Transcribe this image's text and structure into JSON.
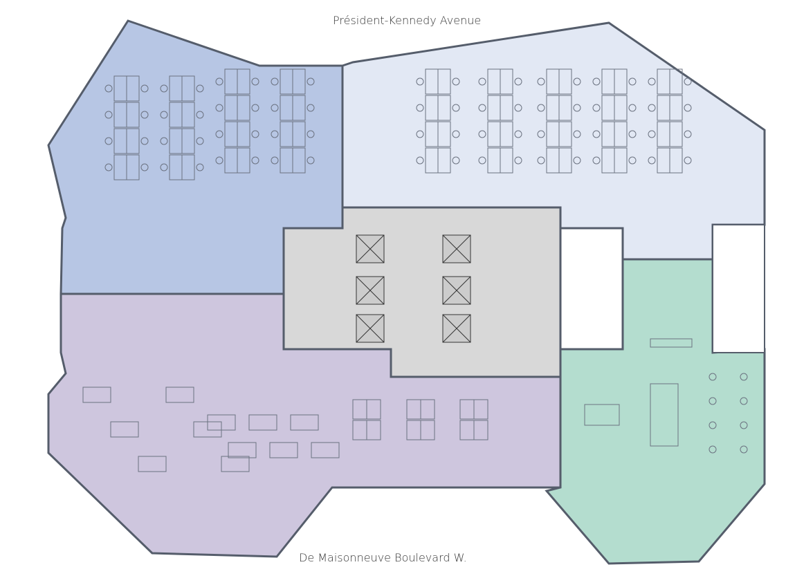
{
  "labels": {
    "top_street": "Président-Kennedy Avenue",
    "bottom_street": "De Maisonneuve Boulevard W."
  },
  "zones": [
    {
      "id": "northwest-zone",
      "color": "#b7c6e4"
    },
    {
      "id": "northeast-zone",
      "color": "#e2e8f4"
    },
    {
      "id": "core",
      "color": "#d8d8d8"
    },
    {
      "id": "southwest-zone",
      "color": "#cec6de"
    },
    {
      "id": "southeast-zone",
      "color": "#b4ddcf"
    }
  ],
  "colors": {
    "wall": "#555d6b",
    "furniture": "#6b7280"
  }
}
